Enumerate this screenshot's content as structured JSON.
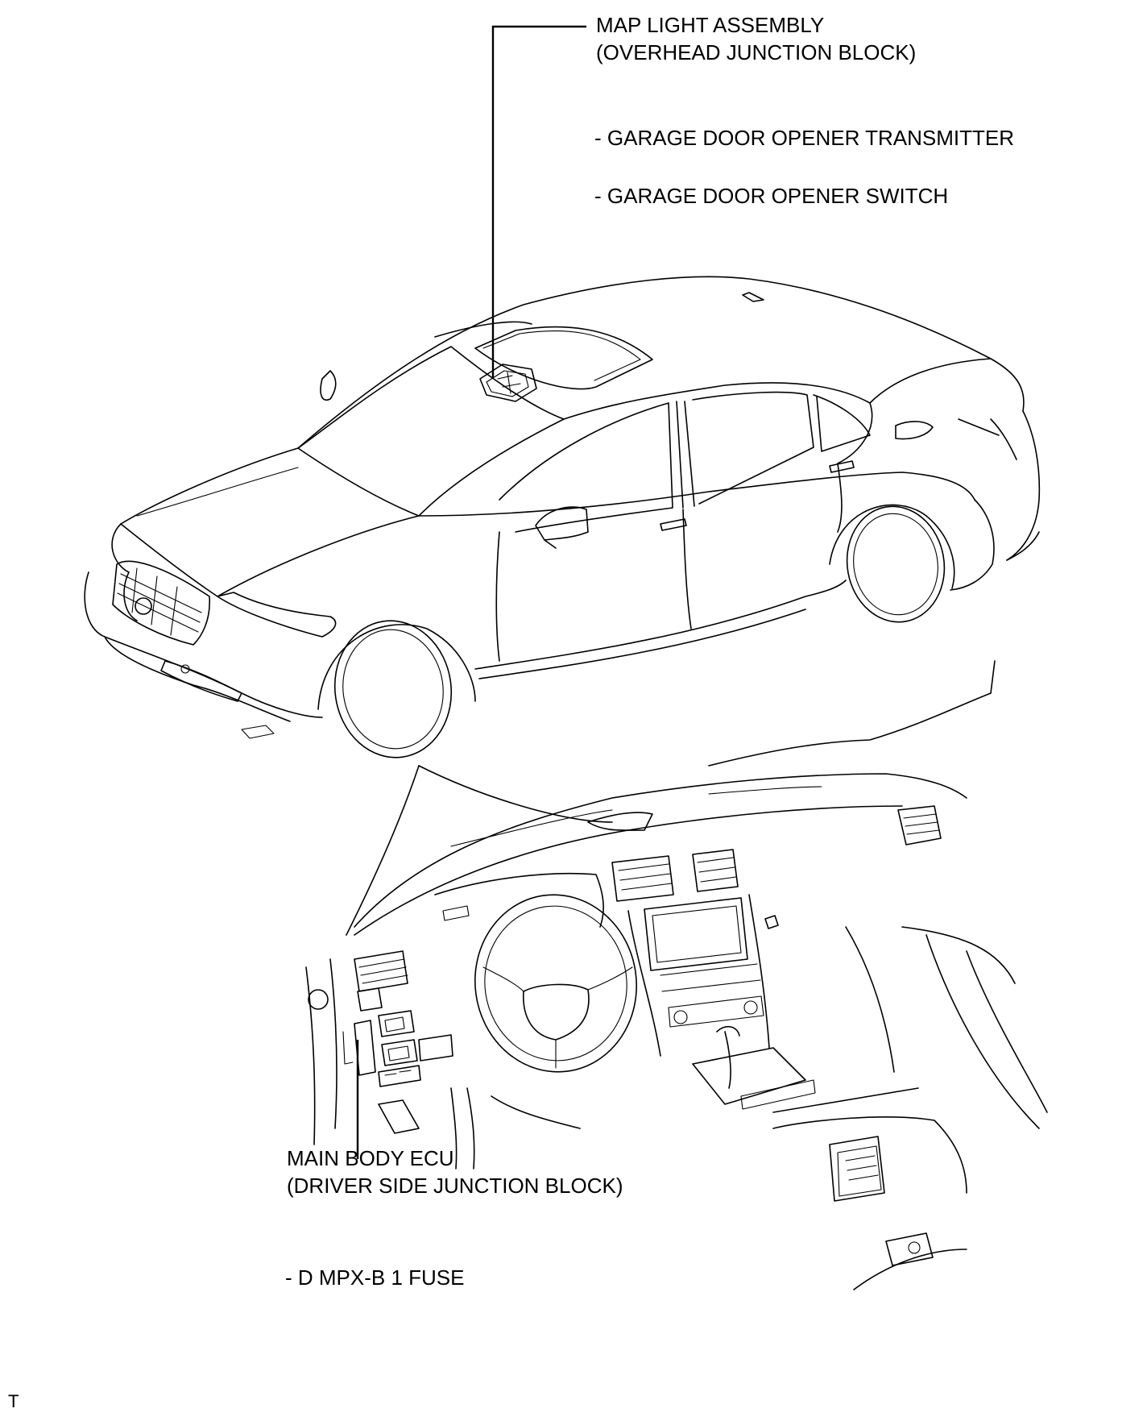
{
  "callouts": {
    "map_light": {
      "line1": "MAP LIGHT ASSEMBLY",
      "line2": "(OVERHEAD JUNCTION BLOCK)",
      "items": [
        "- GARAGE DOOR OPENER TRANSMITTER",
        "- GARAGE DOOR OPENER SWITCH"
      ]
    },
    "main_body_ecu": {
      "line1": "MAIN BODY ECU",
      "line2": "(DRIVER SIDE JUNCTION BLOCK)",
      "items": [
        "- D MPX-B 1 FUSE"
      ]
    }
  },
  "corner_mark": "T"
}
